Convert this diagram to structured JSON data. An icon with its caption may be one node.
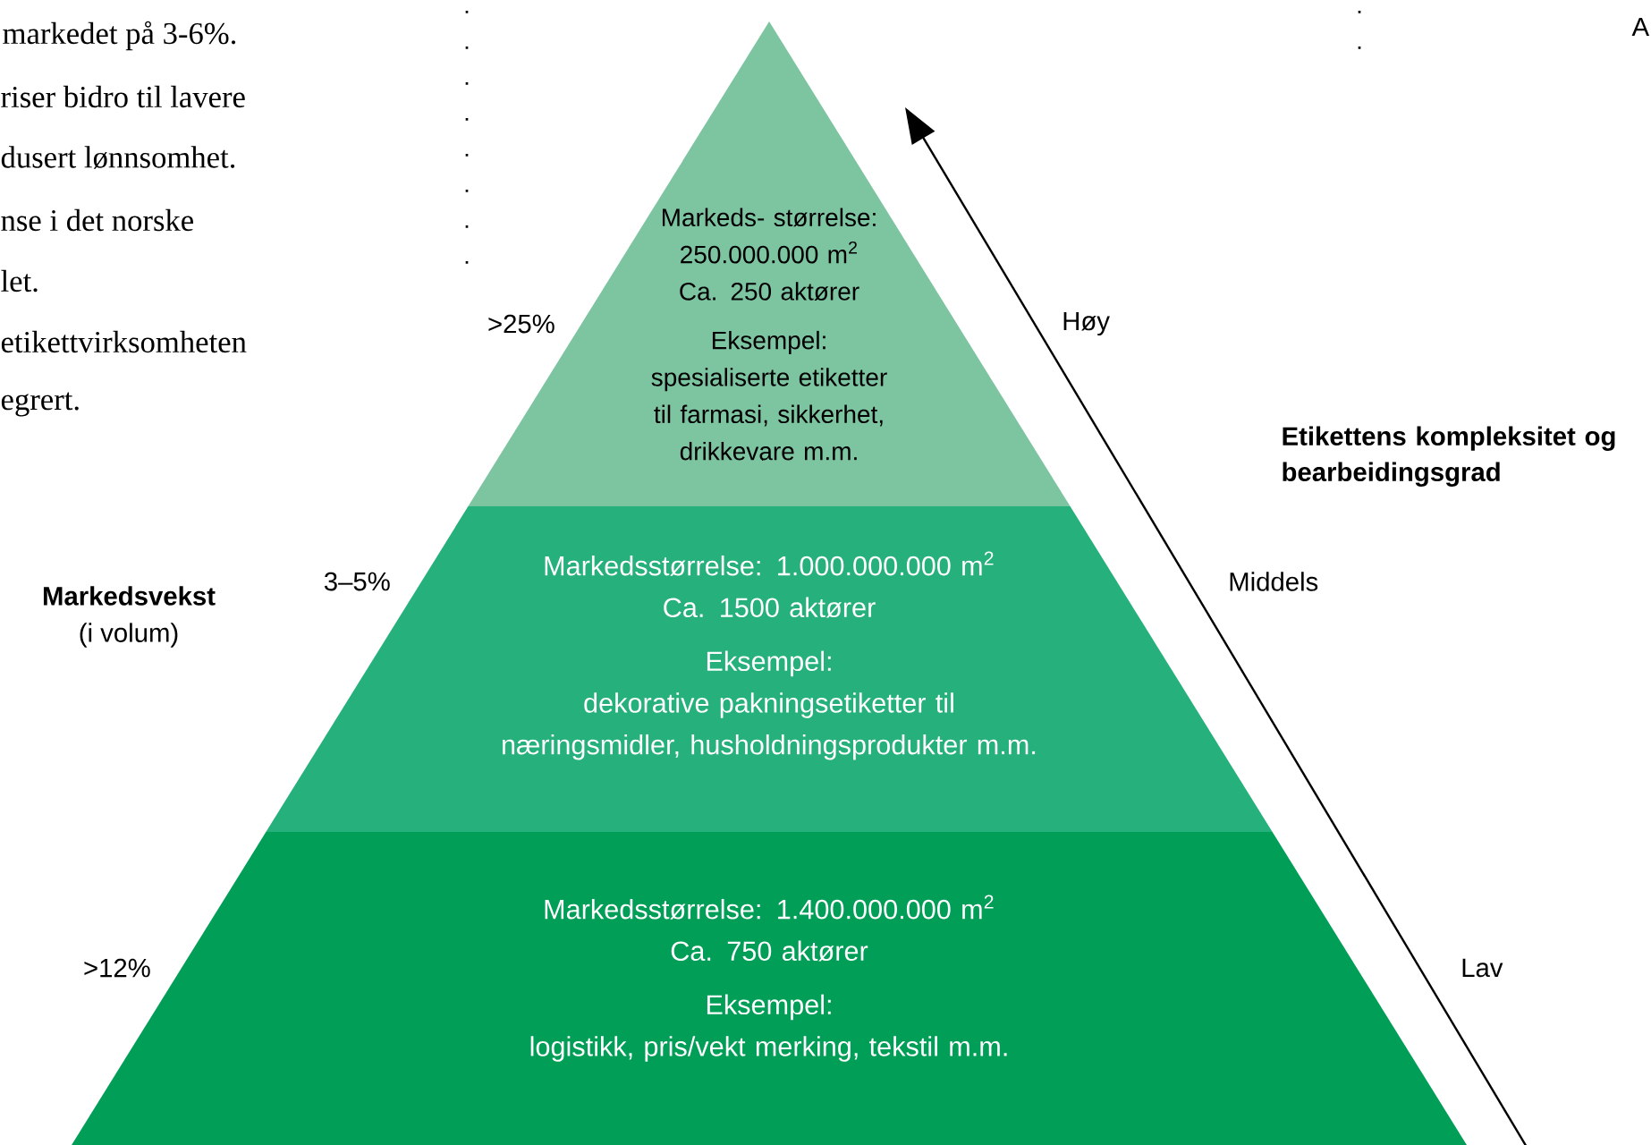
{
  "diagram": {
    "nodes": [
      {
        "text": [
          "Markeds- størrelse: 250.000.000 m$^{2}$",
          "Ca. 250 aktører",
          "Eksempel:",
          "spesialiserte etiketter til farmasi, sikkerhet, drikkevare m.m."
        ],
        "beside": [
          ">25%",
          "Høy"
        ]
      },
      {
        "text": [
          "Markedsstørrelse: 1.000.000.000 m$^{2}$",
          "Ca. 1500 aktører",
          "Eksempel:",
          "dekorative pakningsetiketter til næringsmidler, husholdningsprodukter m.m."
        ],
        "beside": [
          "3–5%",
          "Middels"
        ]
      },
      {
        "text": [
          "Markedsstørrelse: 1.400.000.000 m$^{2}$",
          "Ca. 750 aktører",
          "Eksempel:",
          "logistikk, pris/vekt merking, tekstil m.m."
        ],
        "beside": [
          ">12%",
          "Lav"
        ]
      }
    ],
    "labels": [
      "markedet på 3-6%.",
      "riser bidro til lavere",
      "dusert lønnsomhet.",
      "nse i det norske",
      "let.",
      "etikettvirksomheten",
      "egrert.",
      "A",
      "Markedsvekst",
      "(i volum)",
      "Etikettens kompleksitet og bearbeidingsgrad"
    ]
  }
}
